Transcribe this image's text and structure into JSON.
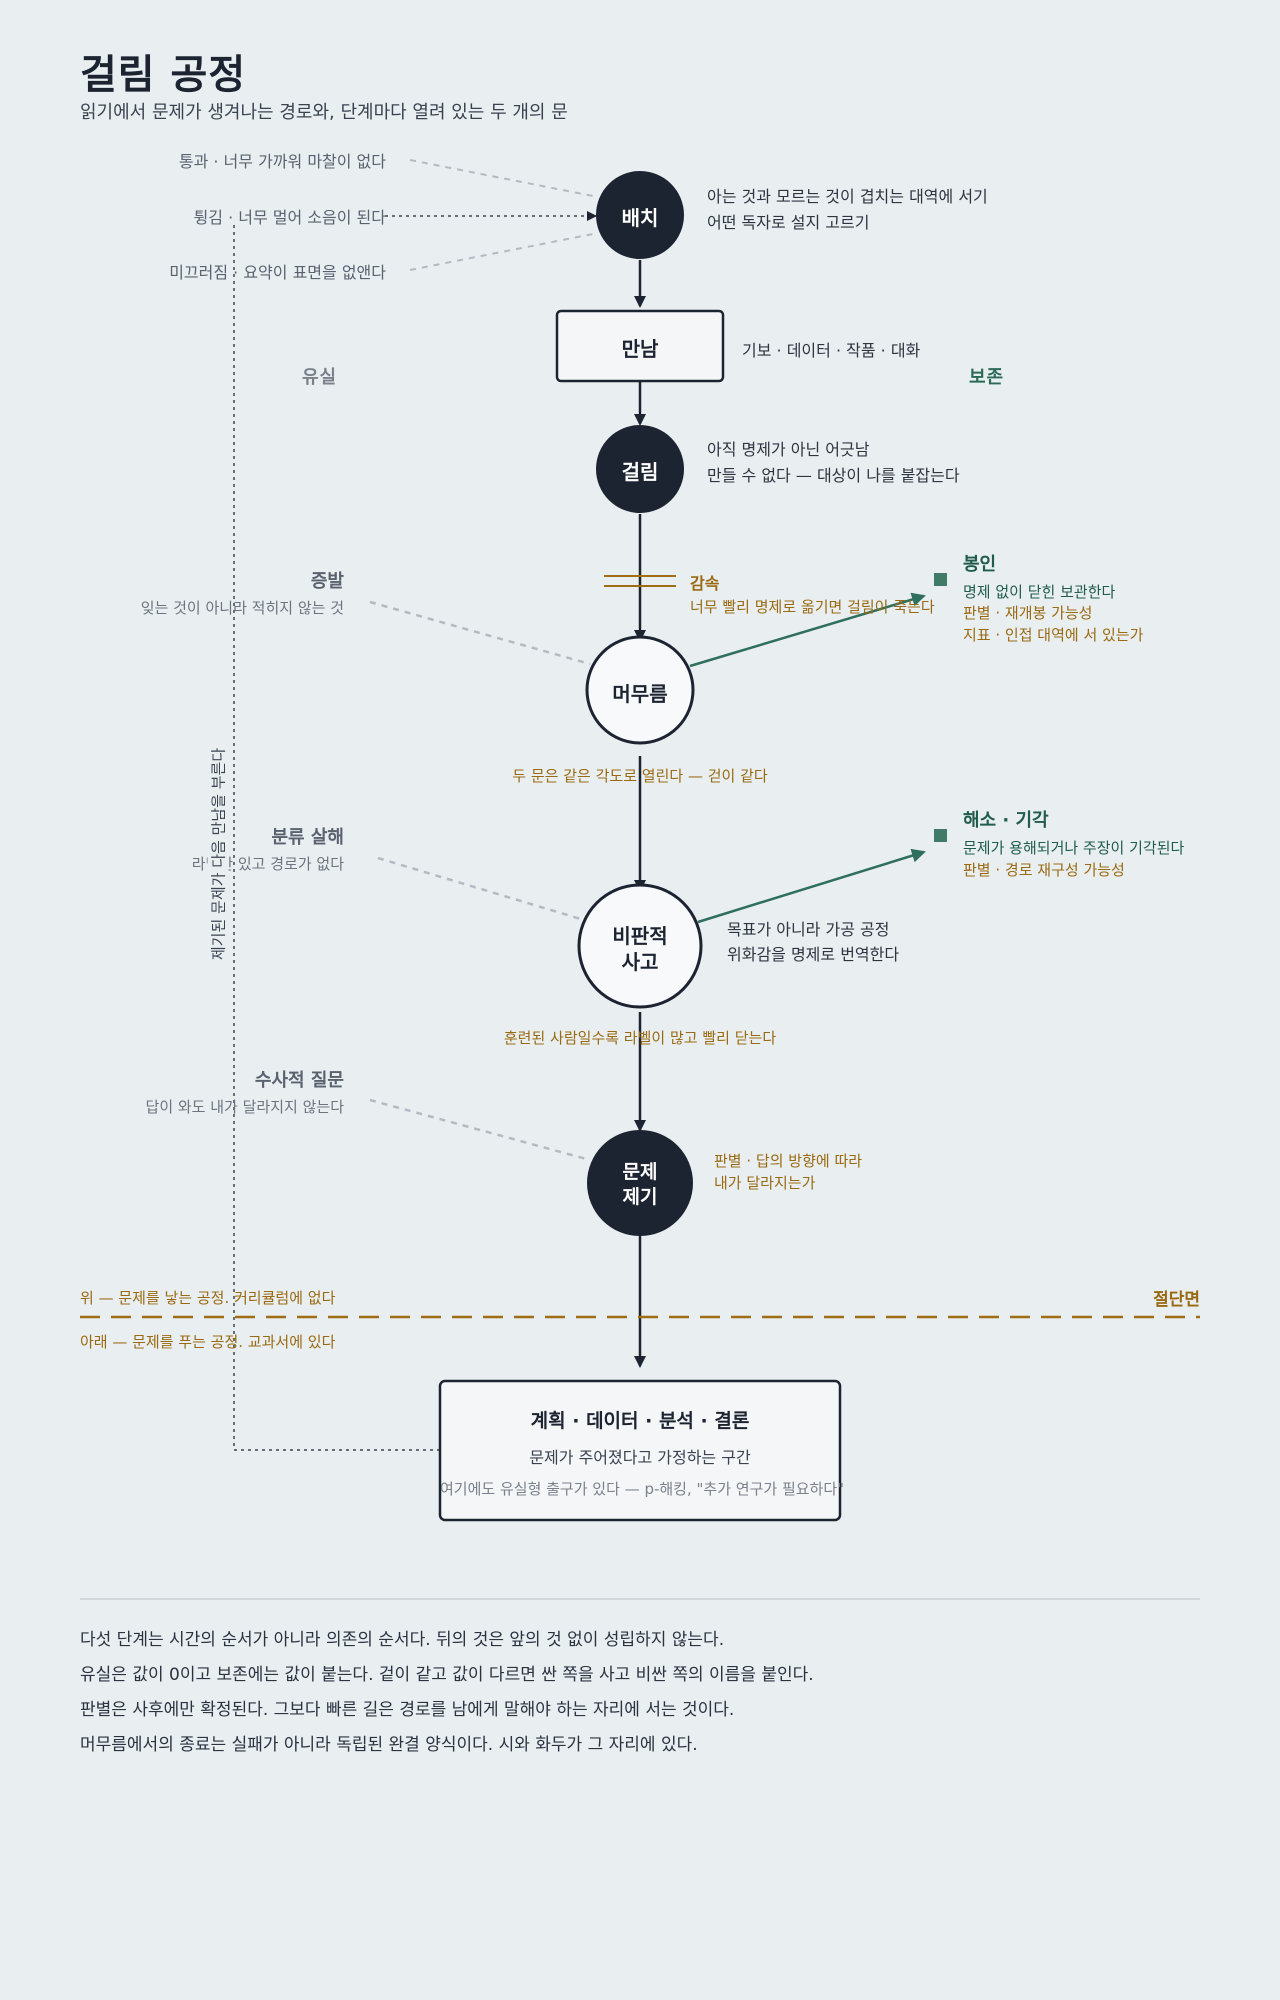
{
  "header": {
    "title": "걸림 공정",
    "subtitle": "읽기에서 문제가 생겨나는 경로와, 단계마다 열려 있는 두 개의 문"
  },
  "placement_fails": [
    "통과 · 너무 가까워 마찰이 없다",
    "튕김 · 너무 멀어 소음이 된다",
    "미끄러짐 · 요약이 표면을 없앤다"
  ],
  "nodes": {
    "placement": {
      "label": "배치",
      "notes": [
        "아는 것과 모르는 것이 겹치는 대역에 서기",
        "어떤 독자로 설지 고르기"
      ]
    },
    "encounter": {
      "label": "만남",
      "note": "기보 · 데이터 · 작품 · 대화"
    },
    "catch": {
      "label": "걸림",
      "notes": [
        "아직 명제가 아닌 어긋남",
        "만들 수 없다 — 대상이 나를 붙잡는다"
      ]
    },
    "dwell": {
      "label": "머무름"
    },
    "critical": {
      "label_lines": [
        "비판적",
        "사고"
      ],
      "notes": [
        "목표가 아니라 가공 공정",
        "위화감을 명제로 번역한다"
      ]
    },
    "posing": {
      "label_lines": [
        "문제",
        "제기"
      ],
      "notes": [
        "판별 · 답의 방향에 따라",
        "내가 달라지는가"
      ]
    }
  },
  "sections": {
    "loss": "유실",
    "keep": "보존"
  },
  "accel": {
    "title": "감속",
    "note": "너무 빨리 명제로 옮기면 걸림이 죽는다"
  },
  "seal": {
    "title": "봉인",
    "lines": [
      "명제 없이 닫힌 보관한다",
      "판별 · 재개봉 가능성",
      "지표 · 인접 대역에 서 있는가"
    ]
  },
  "resolve": {
    "title": "해소 · 기각",
    "lines": [
      "문제가 용해되거나 주장이 기각된다",
      "판별 · 경로 재구성 가능성"
    ]
  },
  "losses": {
    "evaporation": {
      "title": "증발",
      "note": "잊는 것이 아니라 적히지 않는 것"
    },
    "dissection": {
      "title": "분류 살해",
      "note": "라벨만 있고 경로가 없다"
    },
    "rhetorical": {
      "title": "수사적 질문",
      "note": "답이 와도 내가 달라지지 않는다"
    }
  },
  "between_notes": {
    "doors": "두 문은 같은 각도로 열린다 — 걷이 같다",
    "trained": "훈련된 사람일수록 라벨이 많고 빨리 닫는다"
  },
  "feedback": "제기된 문제가 다음 만남을 부른다",
  "cut": {
    "above": "위 — 문제를 낳는 공정. 커리큘럼에 없다",
    "label": "절단면",
    "below": "아래 — 문제를 푸는 공정. 교과서에 있다"
  },
  "final": {
    "title": "계획 · 데이터 · 분석 · 결론",
    "sub": "문제가 주어졌다고 가정하는 구간",
    "note": "여기에도 유실형 출구가 있다 — p-해킹, \"추가 연구가 필요하다\""
  },
  "footer": [
    "다섯 단계는 시간의 순서가 아니라 의존의 순서다. 뒤의 것은 앞의 것 없이 성립하지 않는다.",
    "유실은 값이 0이고 보존에는 값이 붙는다. 겉이 같고 값이 다르면 싼 쪽을 사고 비싼 쪽의 이름을 붙인다.",
    "판별은 사후에만 확정된다. 그보다 빠른 길은 경로를 남에게 말해야 하는 자리에 서는 것이다.",
    "머무름에서의 종료는 실패가 아니라 독립된 완결 양식이다. 시와 화두가 그 자리에 있다."
  ],
  "colors": {
    "background": "#e9eef1",
    "node_dark": "#1c2331",
    "amber": "#9a6a12",
    "green": "#2f6f5b",
    "gray_dash": "#a7adb5"
  }
}
